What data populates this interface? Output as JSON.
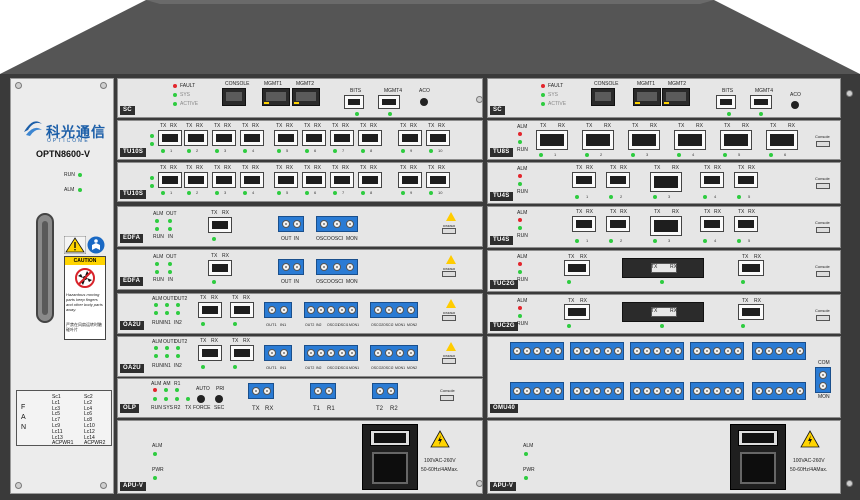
{
  "brand": {
    "name_cn": "科光通信",
    "name_en": "OPTICOME",
    "model": "OPTN8600-V",
    "status_labels": [
      "RUN",
      "ALM"
    ]
  },
  "safety": {
    "caution_label": "CAUTION",
    "caution_text": "Hazardous moving parts keep fingers and other body parts away.",
    "caution_text_cn": "严禁在风扇运转时触碰叶片"
  },
  "fan": {
    "title_letters": [
      "F",
      "A",
      "N"
    ],
    "rows": [
      [
        "Sc1",
        "Sc2"
      ],
      [
        "Lc1",
        "Lc2"
      ],
      [
        "Lc3",
        "Lc4"
      ],
      [
        "Lc5",
        "Lc6"
      ],
      [
        "Lc7",
        "Lc8"
      ],
      [
        "Lc9",
        "Lc10"
      ],
      [
        "Lc11",
        "Lc12"
      ],
      [
        "Lc13",
        "Lc14"
      ],
      [
        "ACPWR1",
        "ACPWR2"
      ]
    ]
  },
  "sc": {
    "tag": "SC",
    "fault": "FAULT",
    "sys": "SYS",
    "active": "ACTIVE",
    "console": "CONSOLE",
    "mgmt1": "MGMT1",
    "mgmt2": "MGMT2",
    "bits": "BITS",
    "mgmt4": "MGMT4",
    "aco": "ACO"
  },
  "tu10s": {
    "tag": "TU10S",
    "tx": "TX",
    "rx": "RX",
    "ports": [
      "1",
      "2",
      "3",
      "4",
      "5",
      "6",
      "7",
      "8",
      "9",
      "10"
    ]
  },
  "edfa": {
    "tag": "EDFA",
    "alm": "ALM",
    "out": "OUT",
    "run": "RUN",
    "in": "IN",
    "tx": "TX",
    "rx": "RX",
    "port_labels": [
      "OUT",
      "IN",
      "OSCO",
      "OSCI",
      "MON"
    ],
    "dimmer": "DIMMER"
  },
  "oa2u": {
    "tag": "OA2U",
    "labels_a": [
      "ALM",
      "OUT1",
      "OUT2"
    ],
    "labels_b": [
      "RUN",
      "IN1",
      "IN2"
    ],
    "group1": [
      "OUT1",
      "IN1"
    ],
    "group2": [
      "OUT2",
      "IN2",
      "OSCO1",
      "OSCI1",
      "MON1"
    ],
    "group3": [
      "OSCO2",
      "OSCI2",
      "MON1",
      "MON2"
    ]
  },
  "olp": {
    "tag": "OLP",
    "top_labels": [
      "ALM",
      "AM",
      "R1"
    ],
    "bottom_labels": [
      "RUN",
      "SYS",
      "R2",
      "TX",
      "FORCE"
    ],
    "auto": "AUTO",
    "pri": "PRI",
    "sec": "SEC",
    "tx": "TX",
    "rx": "RX",
    "t1": "T1",
    "r1": "R1",
    "t2": "T2",
    "r2": "R2",
    "console": "Console"
  },
  "apu": {
    "tag": "APU-V",
    "alm": "ALM",
    "pwr": "PWR",
    "rating": "100VAC-260V",
    "freq": "50-60Hz/4AMax."
  },
  "right": {
    "tu8s": "TU8S",
    "tu4s": "TU4S",
    "tuc2g": "TUC2G",
    "omu40": "OMU40",
    "console": "Console",
    "run": "RUN",
    "alm": "ALM",
    "com": "COM",
    "mon": "MON"
  }
}
